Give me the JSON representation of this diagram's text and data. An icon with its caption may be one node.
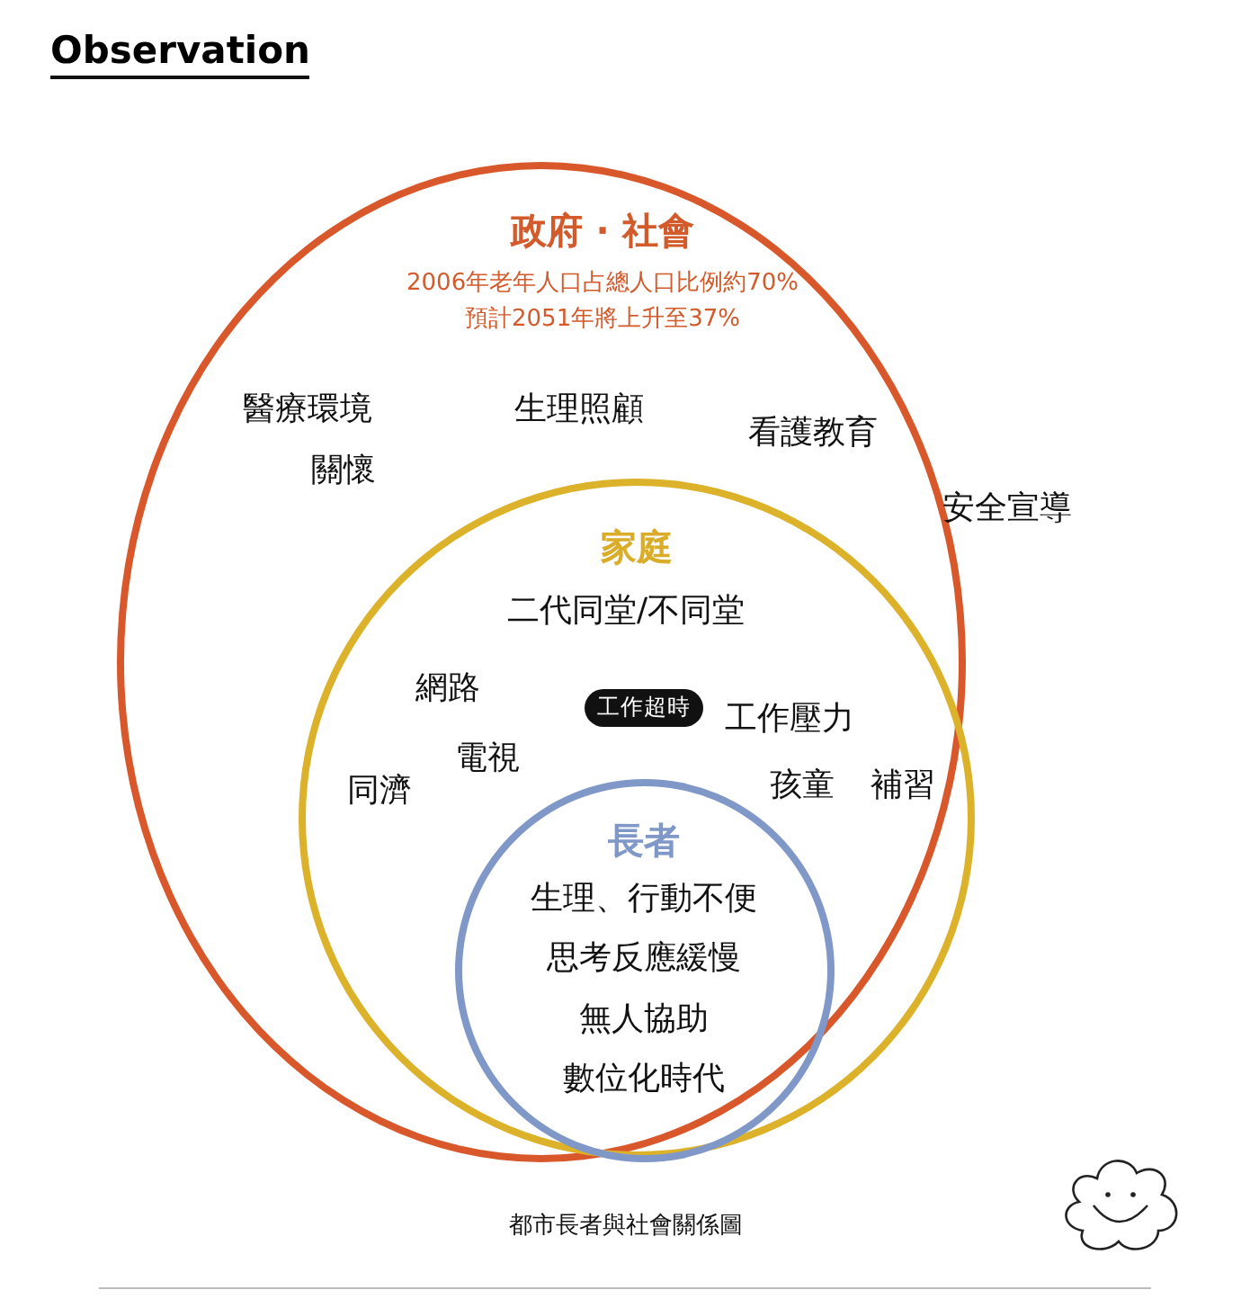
{
  "diagram": {
    "title": "Observation",
    "caption": "都市長者與社會關係圖",
    "nodes": [
      {
        "text": [
          "政府 · 社會",
          "2006年老年人口占總人口比例約70%",
          "預計2051年將上升至37%"
        ]
      },
      {
        "text": [
          "家庭"
        ],
        "in": 0
      },
      {
        "text": [
          "工作超時"
        ],
        "in": 1
      },
      {
        "text": [
          "長者",
          "生理、行動不便",
          "思考反應緩慢",
          "無人協助",
          "數位化時代"
        ],
        "in": 1
      }
    ],
    "labels": [
      "醫療環境",
      "生理照顧",
      "看護教育",
      "關懷",
      "安全宣導",
      "二代同堂/不同堂",
      "網路",
      "工作壓力",
      "電視",
      "孩童",
      "補習",
      "同濟"
    ]
  }
}
